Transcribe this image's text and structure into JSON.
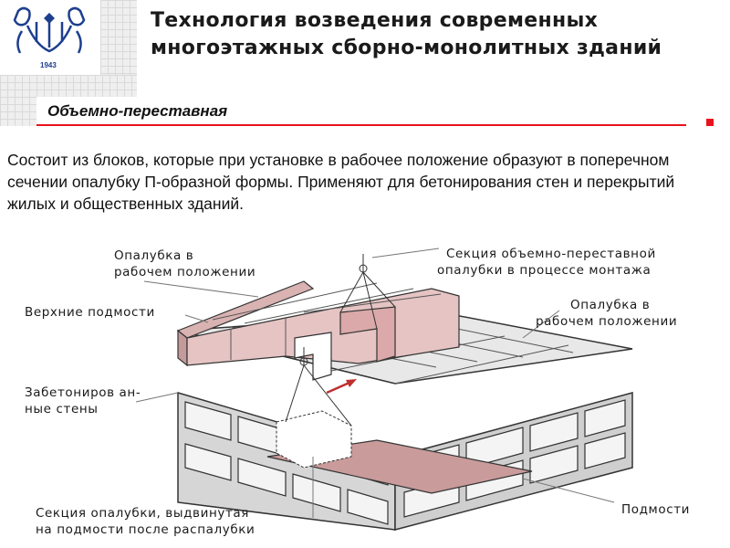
{
  "title": "Технология возведения современных многоэтажных сборно-монолитных зданий",
  "subtitle": "Объемно-переставная",
  "body": "Состоит из блоков, которые при установке в рабочее положение образуют в поперечном сечении опалубку П-образной формы. Применяют для бетонирования стен и перекрытий жилых и общественных зданий.",
  "logo": {
    "year": "1943",
    "icon": "university-emblem-icon"
  },
  "colors": {
    "accent": "#e8121b",
    "logo": "#1d3f8f",
    "formwork": "#e6c4c4"
  },
  "diagram": {
    "labels": {
      "formwork_working_left_1": "Опалубка в",
      "formwork_working_left_2": "рабочем положении",
      "upper_scaffold": "Верхние подмости",
      "concreted_walls_1": "Забетониров ан-",
      "concreted_walls_2": "ные стены",
      "section_mounting_1": "Секция объемно-переставной",
      "section_mounting_2": "опалубки в процессе монтажа",
      "formwork_working_right_1": "Опалубка в",
      "formwork_working_right_2": "рабочем положении",
      "section_moved_1": "Секция опалубки, выдвинутая",
      "section_moved_2": "на подмости после распалубки",
      "scaffold": "Подмости"
    }
  }
}
